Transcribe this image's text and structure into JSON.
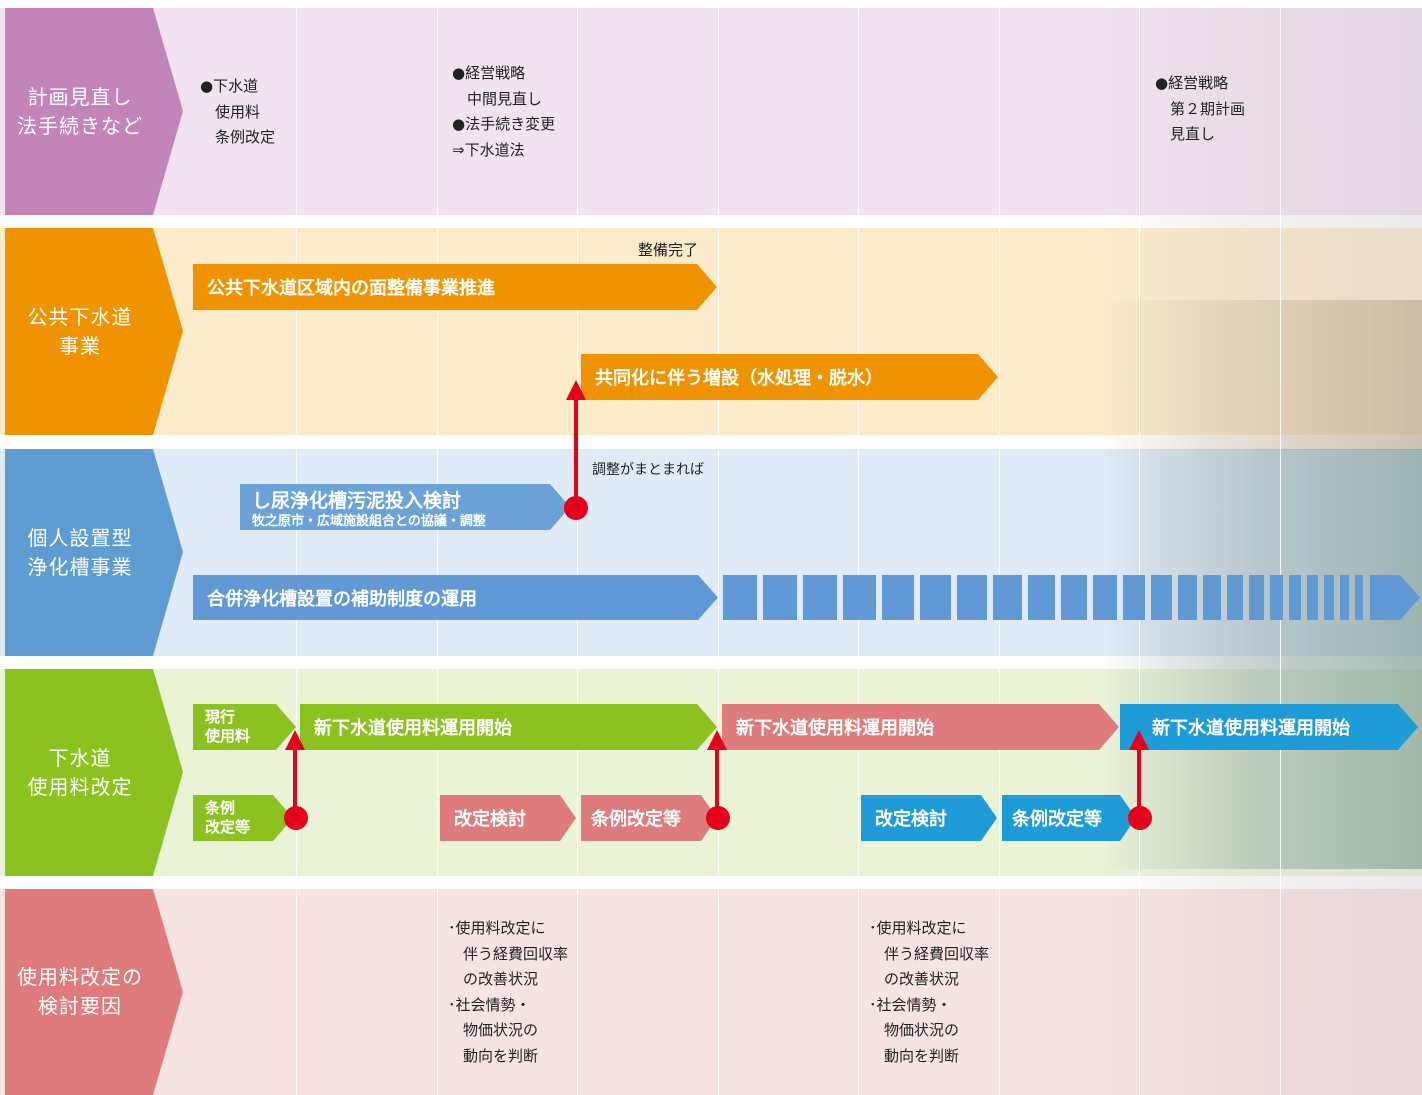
{
  "colors": {
    "plan": "#c284b9",
    "public": "#ef9400",
    "septic": "#5f9cd2",
    "fee": "#8cc21f",
    "factors": "#de7b7c",
    "pink_arrow": "#de7b7c",
    "blue_arrow": "#1f9bd7",
    "red": "#e5001b"
  },
  "rows": {
    "plan": {
      "label": "計画見直し\n法手続きなど",
      "note1": "●下水道\n　使用料\n　条例改定",
      "note2": "●経営戦略\n　中間見直し\n●法手続き変更\n⇒下水道法",
      "note3": "●経営戦略\n　第２期計画\n　見直し"
    },
    "public": {
      "label": "公共下水道\n事業",
      "complete": "整備完了",
      "arrow1": "公共下水道区域内の面整備事業推進",
      "arrow2": "共同化に伴う増設（水処理・脱水）"
    },
    "septic": {
      "label": "個人設置型\n浄化槽事業",
      "adjust": "調整がまとまれば",
      "arrow1": "し尿浄化槽汚泥投入検討",
      "arrow1_sub": "牧之原市・広域施設組合との協議・調整",
      "arrow2": "合併浄化槽設置の補助制度の運用"
    },
    "fee": {
      "label": "下水道\n使用料改定",
      "current": "現行\n使用料",
      "ordinance": "条例\n改定等",
      "start1": "新下水道使用料運用開始",
      "start2": "新下水道使用料運用開始",
      "start3": "新下水道使用料運用開始",
      "review1": "改定検討",
      "amend1": "条例改定等",
      "review2": "改定検討",
      "amend2": "条例改定等"
    },
    "factors": {
      "label": "使用料改定の\n検討要因",
      "note1": "･使用料改定に\n　伴う経費回収率\n　の改善状況\n･社会情勢・\n　物価状況の\n　動向を判断",
      "note2": "･使用料改定に\n　伴う経費回収率\n　の改善状況\n･社会情勢・\n　物価状況の\n　動向を判断"
    }
  }
}
